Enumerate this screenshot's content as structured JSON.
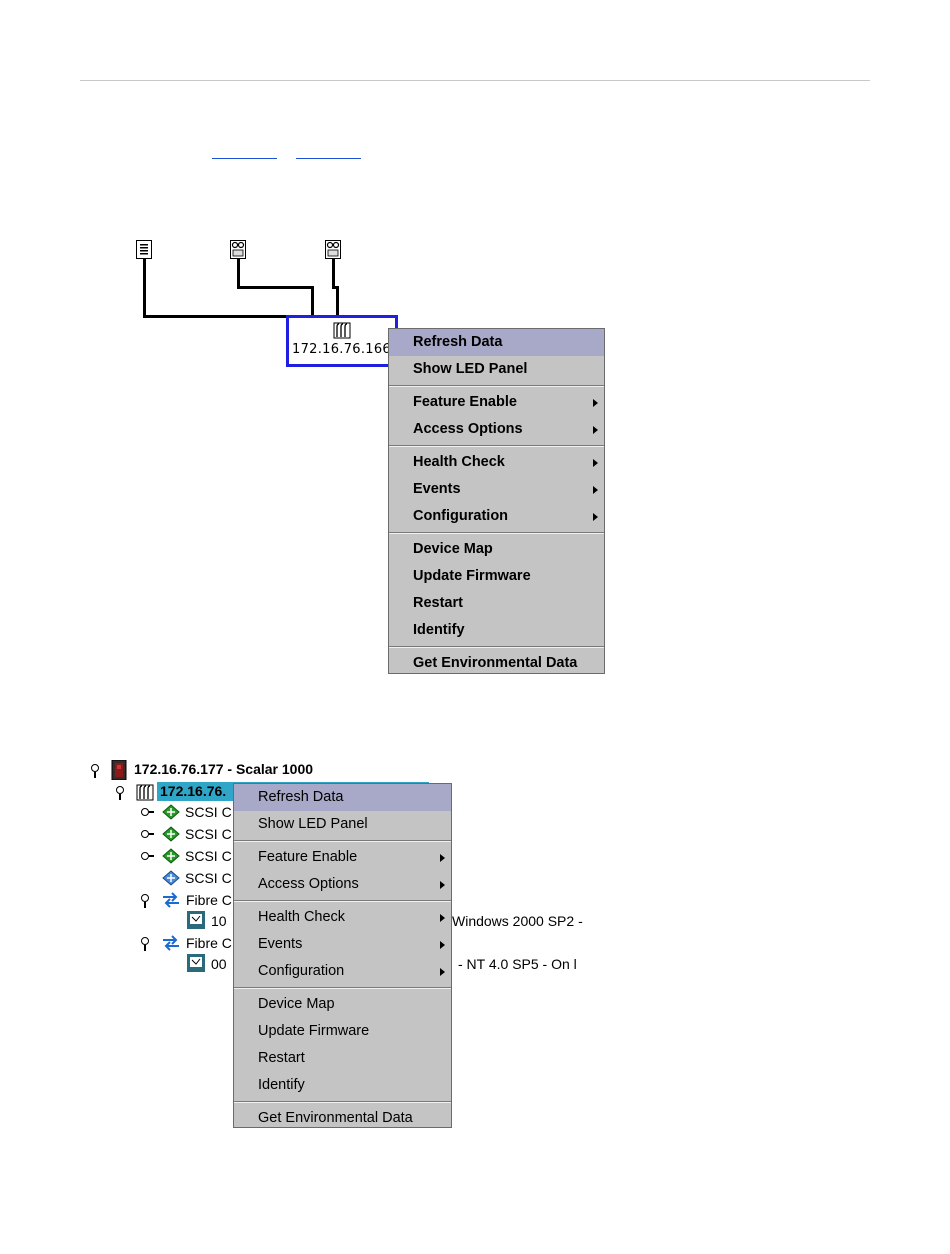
{
  "top_links": {
    "link1": "",
    "link2": ""
  },
  "network_map": {
    "node_ip": "172.16.76.166",
    "devices": [
      {
        "icon": "host-server-icon"
      },
      {
        "icon": "tape-drive-icon"
      },
      {
        "icon": "tape-drive-icon"
      }
    ]
  },
  "menu_top": {
    "items": [
      {
        "label": "Refresh Data",
        "highlighted": true
      },
      {
        "label": "Show LED Panel"
      },
      {
        "sep": true
      },
      {
        "label": "Feature Enable",
        "submenu": true
      },
      {
        "label": "Access Options",
        "submenu": true
      },
      {
        "sep": true
      },
      {
        "label": "Health Check",
        "submenu": true
      },
      {
        "label": "Events",
        "submenu": true
      },
      {
        "label": "Configuration",
        "submenu": true
      },
      {
        "sep": true
      },
      {
        "label": "Device Map"
      },
      {
        "label": "Update Firmware"
      },
      {
        "label": "Restart"
      },
      {
        "label": "Identify"
      },
      {
        "sep": true
      },
      {
        "label": "Get Environmental Data"
      }
    ]
  },
  "tree": {
    "root": {
      "label": "172.16.76.177 - Scalar 1000"
    },
    "selected": {
      "label": "172.16.76."
    },
    "children": [
      {
        "label": "SCSI C",
        "icon": "scsi-channel-icon"
      },
      {
        "label": "SCSI C",
        "icon": "scsi-channel-icon"
      },
      {
        "label": "SCSI C",
        "icon": "scsi-channel-icon"
      },
      {
        "label": "SCSI C",
        "icon": "scsi-channel-icon"
      },
      {
        "label": "Fibre C",
        "icon": "fibre-channel-icon"
      },
      {
        "label": "10",
        "suffix": "Windows 2000 SP2 -",
        "icon": "host-icon"
      },
      {
        "label": "Fibre C",
        "icon": "fibre-channel-icon"
      },
      {
        "label": "00",
        "suffix": "-   NT 4.0 SP5 - On l",
        "icon": "host-icon"
      }
    ]
  },
  "menu_tree": {
    "items": [
      {
        "label": "Refresh Data",
        "highlighted": true
      },
      {
        "label": "Show LED Panel"
      },
      {
        "sep": true
      },
      {
        "label": "Feature Enable",
        "submenu": true
      },
      {
        "label": "Access Options",
        "submenu": true
      },
      {
        "sep": true
      },
      {
        "label": "Health Check",
        "submenu": true
      },
      {
        "label": "Events",
        "submenu": true
      },
      {
        "label": "Configuration",
        "submenu": true
      },
      {
        "sep": true
      },
      {
        "label": "Device Map"
      },
      {
        "label": "Update Firmware"
      },
      {
        "label": "Restart"
      },
      {
        "label": "Identify"
      },
      {
        "sep": true
      },
      {
        "label": "Get Environmental Data"
      }
    ]
  }
}
